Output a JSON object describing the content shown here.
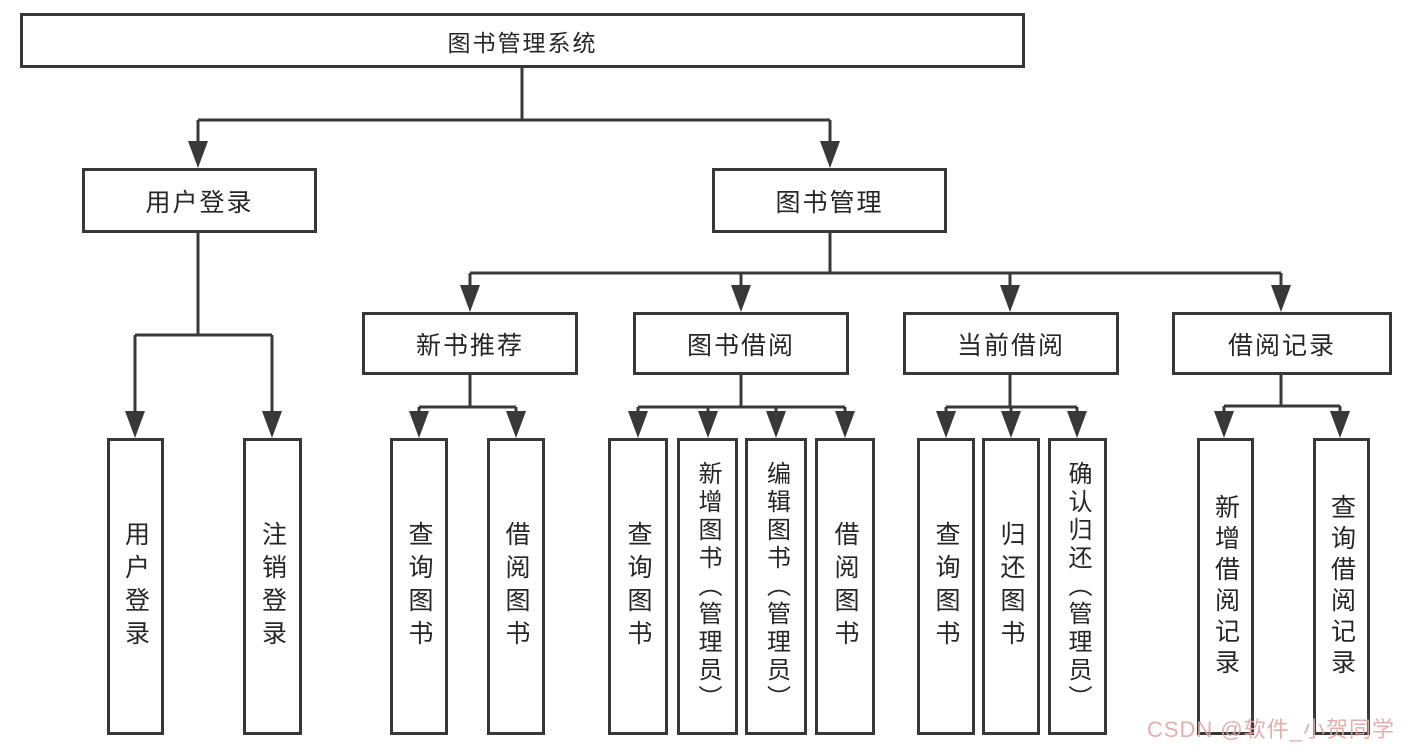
{
  "diagram": {
    "root": {
      "label": "图书管理系统"
    },
    "branches": [
      {
        "label": "用户登录",
        "children": [
          {
            "label": "用户登录"
          },
          {
            "label": "注销登录"
          }
        ]
      },
      {
        "label": "图书管理",
        "children": [
          {
            "label": "新书推荐",
            "children": [
              {
                "label": "查询图书"
              },
              {
                "label": "借阅图书"
              }
            ]
          },
          {
            "label": "图书借阅",
            "children": [
              {
                "label": "查询图书"
              },
              {
                "label": "新增图书（管理员）"
              },
              {
                "label": "编辑图书（管理员）"
              },
              {
                "label": "借阅图书"
              }
            ]
          },
          {
            "label": "当前借阅",
            "children": [
              {
                "label": "查询图书"
              },
              {
                "label": "归还图书"
              },
              {
                "label": "确认归还（管理员）"
              }
            ]
          },
          {
            "label": "借阅记录",
            "children": [
              {
                "label": "新增借阅记录"
              },
              {
                "label": "查询借阅记录"
              }
            ]
          }
        ]
      }
    ]
  },
  "watermark": {
    "text": "CSDN @软件_小贺同学",
    "color": "#e0a6a6"
  },
  "colors": {
    "line": "#383838",
    "text": "#262626",
    "background": "#ffffff"
  }
}
